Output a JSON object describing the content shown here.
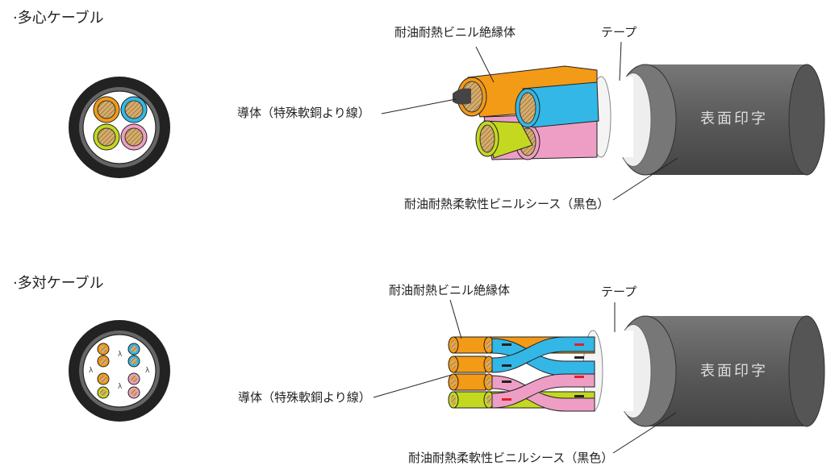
{
  "sections": [
    {
      "title": "·多心ケーブル",
      "labels": {
        "insulation": "耐油耐熱ビニル絶縁体",
        "tape": "テープ",
        "conductor": "導体（特殊軟銅より線）",
        "sheath": "耐油耐熱柔軟性ビニルシース（黒色）",
        "printing": "表面印字"
      }
    },
    {
      "title": "·多対ケーブル",
      "labels": {
        "insulation": "耐油耐熱ビニル絶縁体",
        "tape": "テープ",
        "conductor": "導体（特殊軟銅より線）",
        "sheath": "耐油耐熱柔軟性ビニルシース（黒色）",
        "printing": "表面印字"
      }
    }
  ],
  "colors": {
    "sheath": "#5d5d5d",
    "orange": "#f39a16",
    "blue": "#33b7e6",
    "green": "#c4d820",
    "pink": "#ee9ec4",
    "copper": "#d2a565",
    "red_stripe": "#e0202c"
  }
}
